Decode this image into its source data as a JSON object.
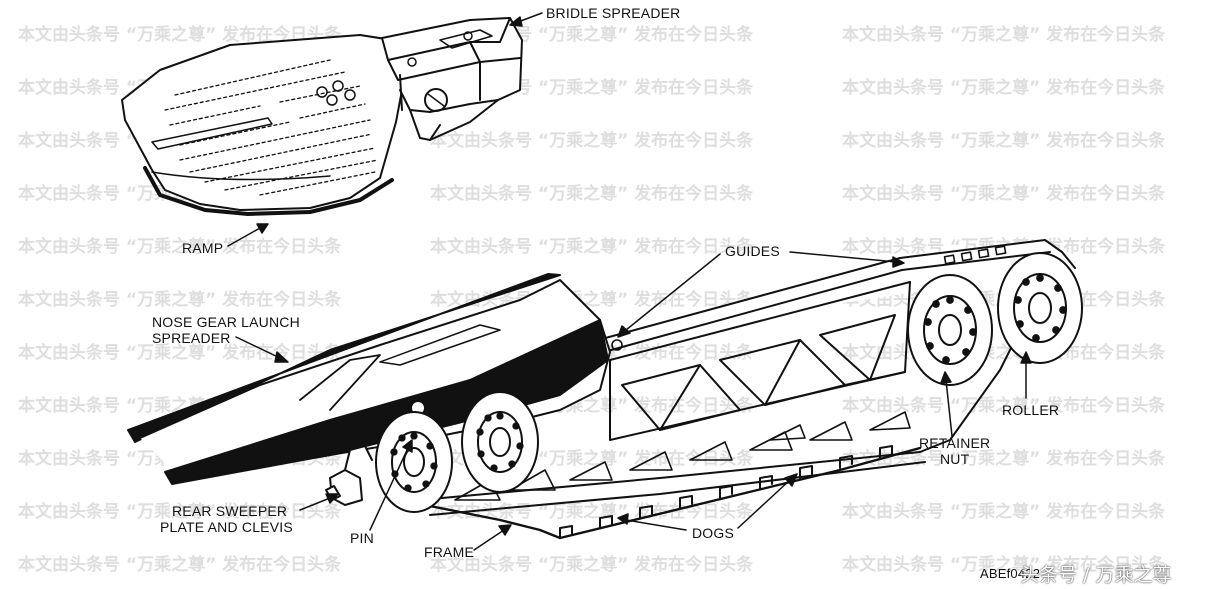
{
  "labels": {
    "bridle_spreader": "BRIDLE SPREADER",
    "ramp": "RAMP",
    "guides": "GUIDES",
    "nose_gear_1": "NOSE GEAR LAUNCH",
    "nose_gear_2": "SPREADER",
    "roller": "ROLLER",
    "retainer_1": "RETAINER",
    "retainer_2": "NUT",
    "rear_sweeper_1": "REAR SWEEPER",
    "rear_sweeper_2": "PLATE AND CLEVIS",
    "pin": "PIN",
    "dogs": "DOGS",
    "frame": "FRAME",
    "figure_id": "ABEf0422"
  },
  "watermark": {
    "row_text": "本文由头条号 “万乘之尊” 发布在今日头条"
  },
  "credit": "头条号 / 万乘之尊",
  "colors": {
    "ink": "#111111",
    "watermark": "#d9d9d9",
    "paper": "#ffffff"
  }
}
